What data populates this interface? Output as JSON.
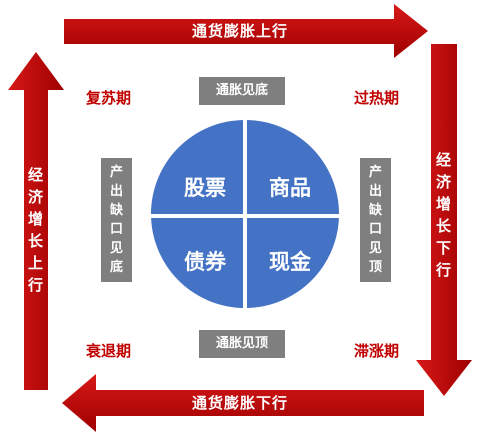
{
  "arrows": {
    "top": "通货膨胀上行",
    "bottom": "通货膨胀下行",
    "left": "经济增长上行",
    "right": "经济增长下行"
  },
  "phases": {
    "top_left": "复苏期",
    "top_right": "过热期",
    "bottom_left": "衰退期",
    "bottom_right": "滞涨期"
  },
  "tags": {
    "top": "通胀见底",
    "bottom": "通胀见顶",
    "left": "产出缺口见底",
    "right": "产出缺口见顶"
  },
  "circle": {
    "top_left": "股票",
    "top_right": "商品",
    "bottom_left": "债券",
    "bottom_right": "现金"
  },
  "colors": {
    "arrow": "#c00000",
    "phase_text": "#c00000",
    "tag_bg": "#7f7f7f",
    "circle_fill": "#4472c4"
  }
}
